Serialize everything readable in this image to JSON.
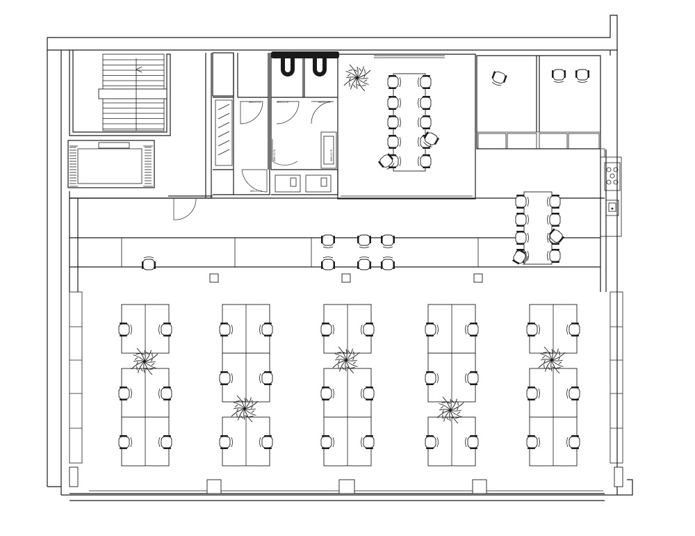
{
  "plan": {
    "line_color": "#1a1a1a",
    "background_color": "#ffffff",
    "door_tags": [
      "880×2170",
      "880×2170",
      "880×2170",
      "880×2170",
      "880×2170",
      "880×2170"
    ],
    "icons": [
      "chair-icon",
      "plant-icon",
      "door-icon",
      "stove-icon",
      "sink-icon",
      "toilet-icon",
      "stair-icon",
      "elevator-icon"
    ]
  }
}
